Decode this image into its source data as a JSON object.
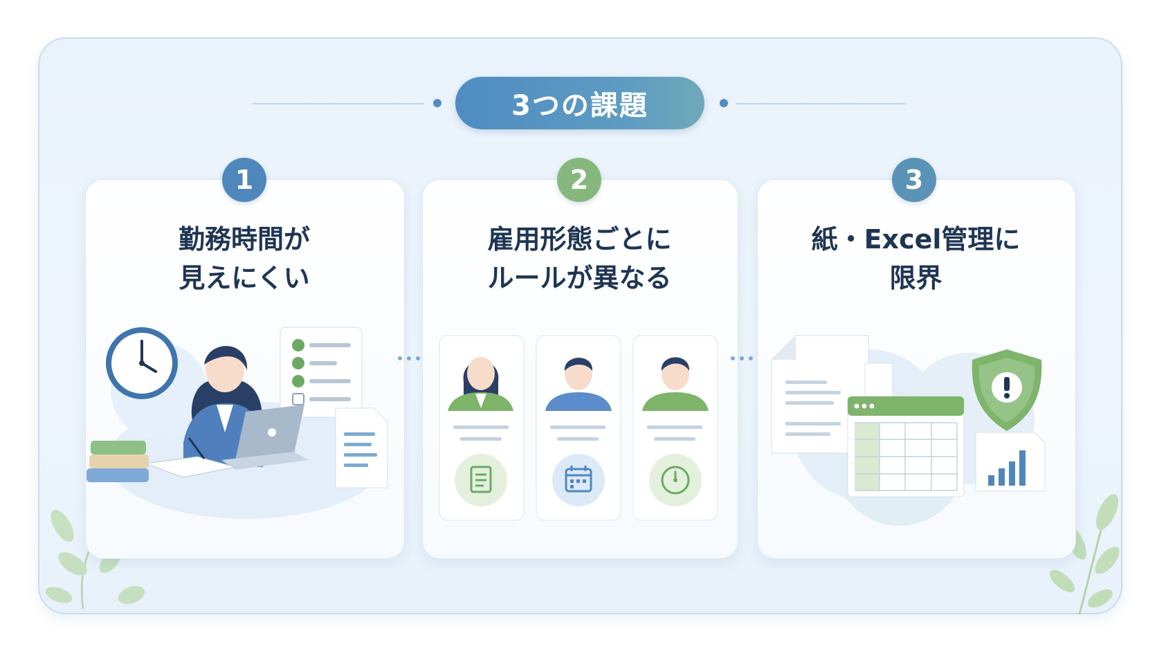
{
  "header": {
    "title": "3つの課題"
  },
  "cards": [
    {
      "number": "1",
      "title_line1": "勤務時間が",
      "title_line2": "見えにくい",
      "accent": "#4f87bd"
    },
    {
      "number": "2",
      "title_line1": "雇用形態ごとに",
      "title_line2": "ルールが異なる",
      "accent": "#86b87d"
    },
    {
      "number": "3",
      "title_line1": "紙・Excel管理に",
      "title_line2": "限界",
      "accent": "#5a93b6"
    }
  ],
  "icons": {
    "card1": [
      "clock-icon",
      "checklist-icon",
      "document-icon",
      "laptop-icon",
      "books-icon",
      "notebook-icon"
    ],
    "card2": [
      "person-icon",
      "document-icon",
      "calendar-icon",
      "clock-icon"
    ],
    "card3": [
      "document-icon",
      "spreadsheet-icon",
      "shield-warning-icon",
      "bar-chart-icon"
    ]
  },
  "colors": {
    "primary": "#4f8cc2",
    "green": "#86b87d",
    "text": "#1f3553"
  }
}
